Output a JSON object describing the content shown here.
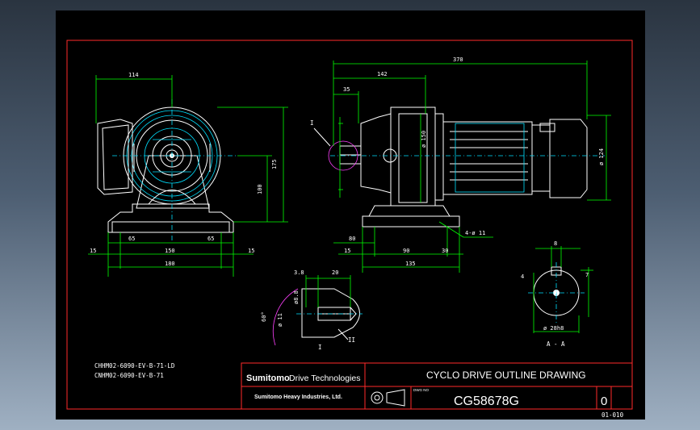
{
  "dimensions": {
    "d114": "114",
    "d370": "370",
    "d142": "142",
    "d35": "35",
    "d150v": "ø 150",
    "d175": "175",
    "d100": "100",
    "d124": "ø 124",
    "d65a": "65",
    "d65b": "65",
    "d15a": "15",
    "d150h": "150",
    "d15b": "15",
    "d180": "180",
    "d80": "80",
    "d15c": "15",
    "d90": "90",
    "d30": "30",
    "d135": "135",
    "d4holes": "4-ø 11",
    "d3_8": "3.8",
    "d20": "20",
    "d8_8": "ø8.8",
    "d11": "ø 11",
    "d60": "60°",
    "d8key": "8",
    "d7": "7",
    "d4": "4",
    "d28": "ø 28h8"
  },
  "labels": {
    "detail_ref": "I",
    "detail_title": "I",
    "detail_view": "II",
    "section": "A - A"
  },
  "models": {
    "line1": "CHHM02-6090-EV-B-71-LD",
    "line2": "CNHM02-6090-EV-B-71"
  },
  "title_block": {
    "logo_main": "Sumitomo",
    "logo_sub": "Drive Technologies",
    "company": "Sumitomo Heavy Industries, Ltd.",
    "drawing_title": "CYCLO DRIVE OUTLINE DRAWING",
    "dwg_no_label": "DWG NO",
    "dwg_no": "CG58678G",
    "revision": "0"
  },
  "sheet_code": "01-010",
  "colors": {
    "border": "#ff2a2a",
    "dimension": "#00ff00",
    "centerline": "#00e0ff",
    "outline": "#ffffff"
  }
}
